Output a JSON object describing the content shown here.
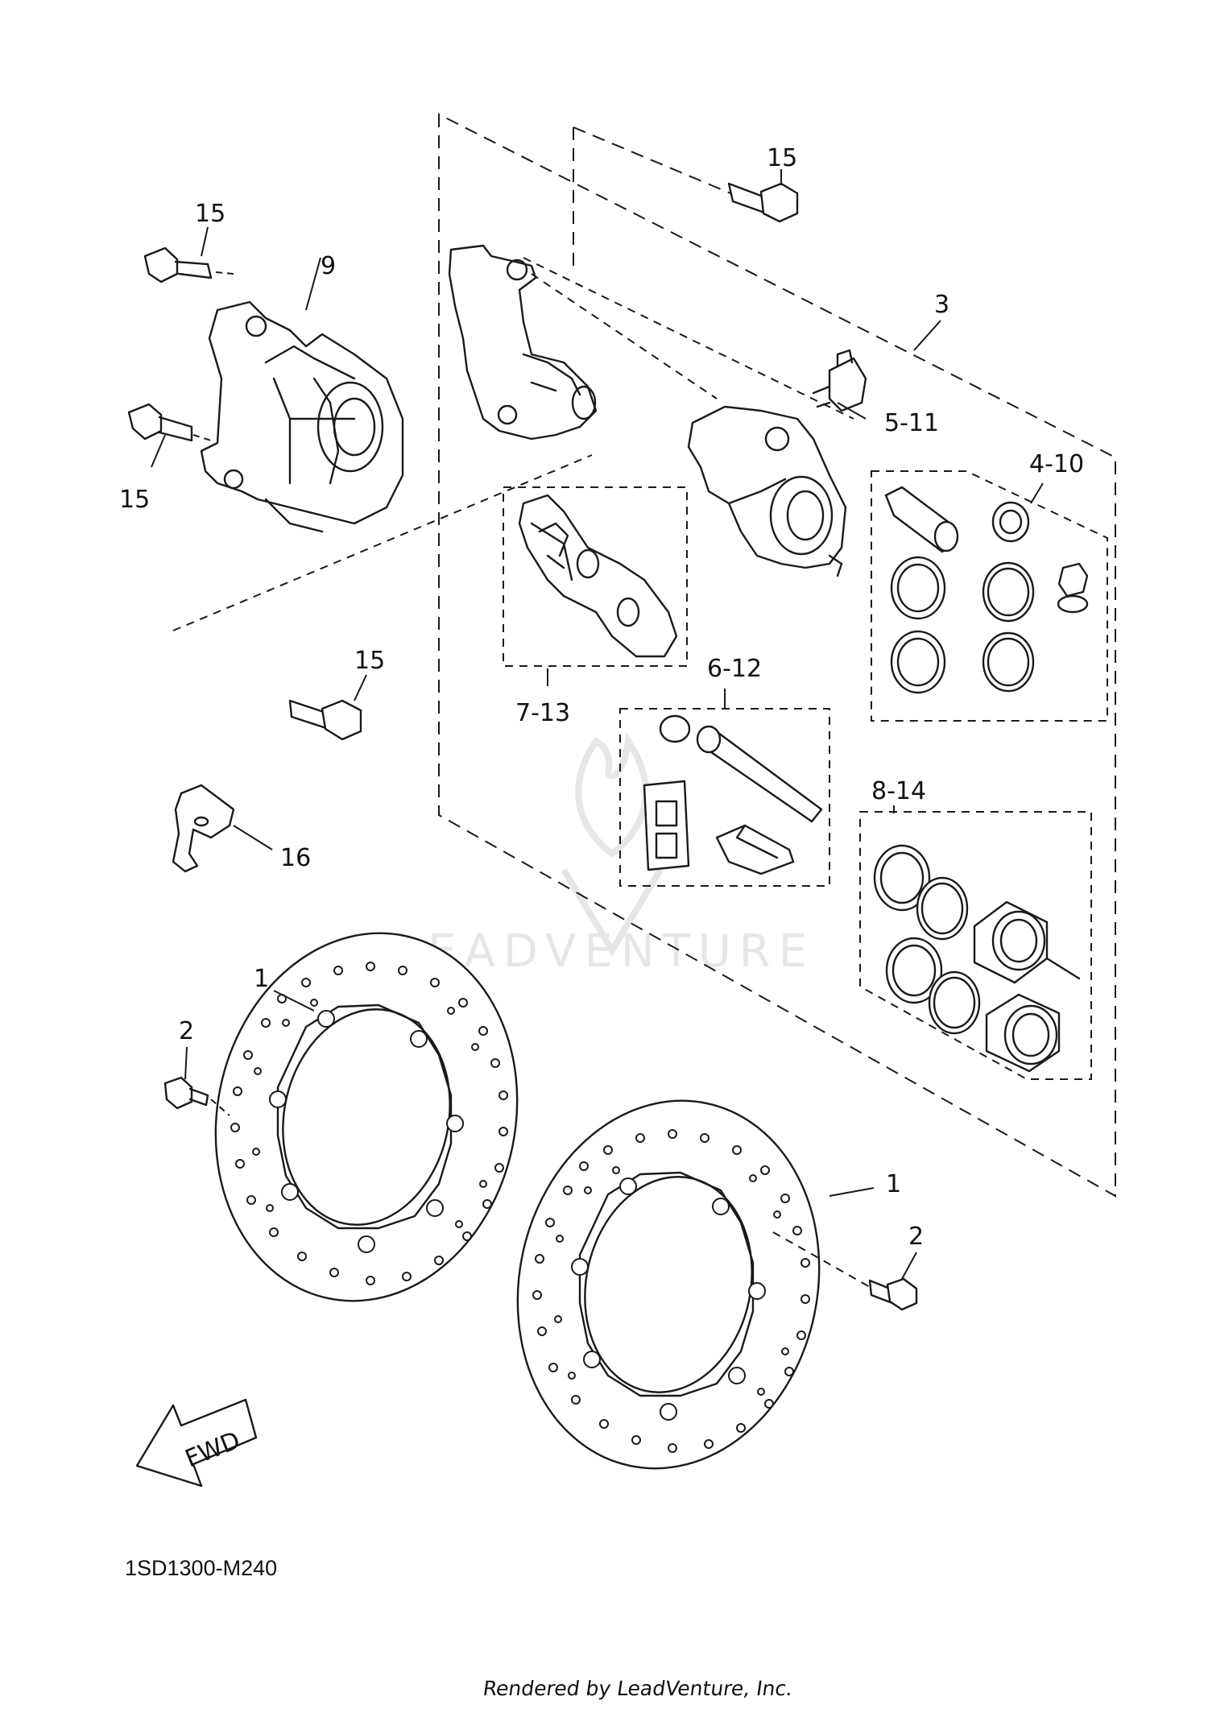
{
  "diagram": {
    "drawing_code": "1SD1300-M240",
    "credit": "Rendered by LeadVenture, Inc.",
    "watermark": "LEADVENTURE",
    "forward_arrow_label": "FWD",
    "callouts": {
      "c1_left": "1",
      "c1_right": "1",
      "c2_left": "2",
      "c2_right": "2",
      "c3": "3",
      "c4_10": "4-10",
      "c5_11": "5-11",
      "c6_12": "6-12",
      "c7_13": "7-13",
      "c8_14": "8-14",
      "c9": "9",
      "c15_top": "15",
      "c15_left_top": "15",
      "c15_left_bottom": "15",
      "c15_mid": "15",
      "c16": "16"
    }
  }
}
